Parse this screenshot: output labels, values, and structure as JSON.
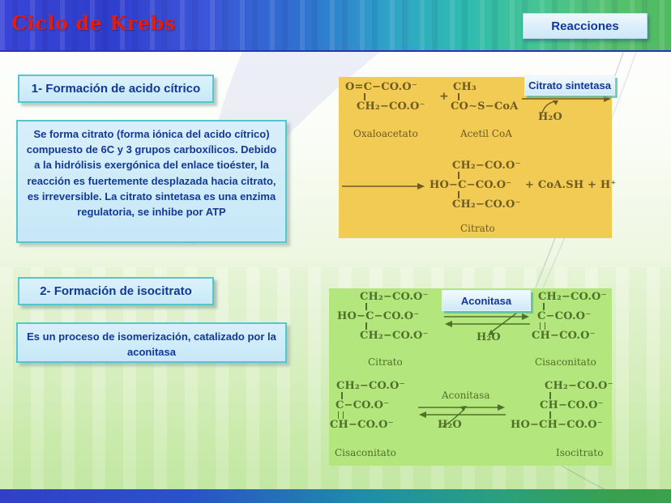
{
  "colors": {
    "accent_red": "#e11d12",
    "navy": "#12389a",
    "yellow_box": "#f1cb53",
    "green_box": "#b4e67e",
    "band_blue": "#2e3ecd",
    "band_green": "#4fbb60",
    "tag_blue": "#d9edfa"
  },
  "header": {
    "title": "Ciclo de Krebs",
    "nav_button_label": "Reacciones"
  },
  "section1": {
    "heading": "1- Formación de acido cítrico",
    "body": "Se forma citrato (forma iónica del acido cítrico) compuesto de 6C y 3 grupos carboxílicos. Debido a la hidrólisis exergónica del enlace tioéster, la reacción es fuertemente desplazada hacia citrato, es irreversible. La citrato sintetasa es una enzima regulatoria, se inhibe por ATP",
    "enzyme_tag": "Citrato sintetasa",
    "diagram": {
      "oxaloacetate": {
        "line1": "O=C−CO.O⁻",
        "line2": "CH₂−CO.O⁻",
        "label": "Oxaloacetato"
      },
      "plus": "+",
      "acetyl_coa": {
        "line1": "CH₃",
        "line2": "CO∼S−CoA",
        "label": "Acetil CoA"
      },
      "water": "H₂O",
      "citrate": {
        "line1": "CH₂−CO.O⁻",
        "line2": "HO−C−CO.O⁻",
        "line3": "CH₂−CO.O⁻",
        "label": "Citrato"
      },
      "byproducts": "+ CoA.SH + H⁺"
    }
  },
  "section2": {
    "heading": "2- Formación de isocitrato",
    "body": "Es un proceso de isomerización, catalizado por la aconitasa",
    "enzyme_tag": "Aconitasa",
    "diagram": {
      "citrate": {
        "line1": "CH₂−CO.O⁻",
        "line2": "HO−C−CO.O⁻",
        "line3": "CH₂−CO.O⁻",
        "label": "Citrato"
      },
      "cis_aconitate_top": {
        "line1": "CH₂−CO.O⁻",
        "line2": "C−CO.O⁻",
        "line3": "CH−CO.O⁻",
        "label": "Cisaconitato"
      },
      "cis_aconitate_bottom": {
        "line1": "CH₂−CO.O⁻",
        "line2": "C−CO.O⁻",
        "line3": "CH−CO.O⁻",
        "label": "Cisaconitato"
      },
      "isocitrate": {
        "line1": "CH₂−CO.O⁻",
        "line2": "CH−CO.O⁻",
        "line3": "HO−CH−CO.O⁻",
        "label": "Isocitrato"
      },
      "enzyme_text": "Aconitasa",
      "water_top": "H₂O",
      "water_bottom": "H₂O"
    }
  }
}
